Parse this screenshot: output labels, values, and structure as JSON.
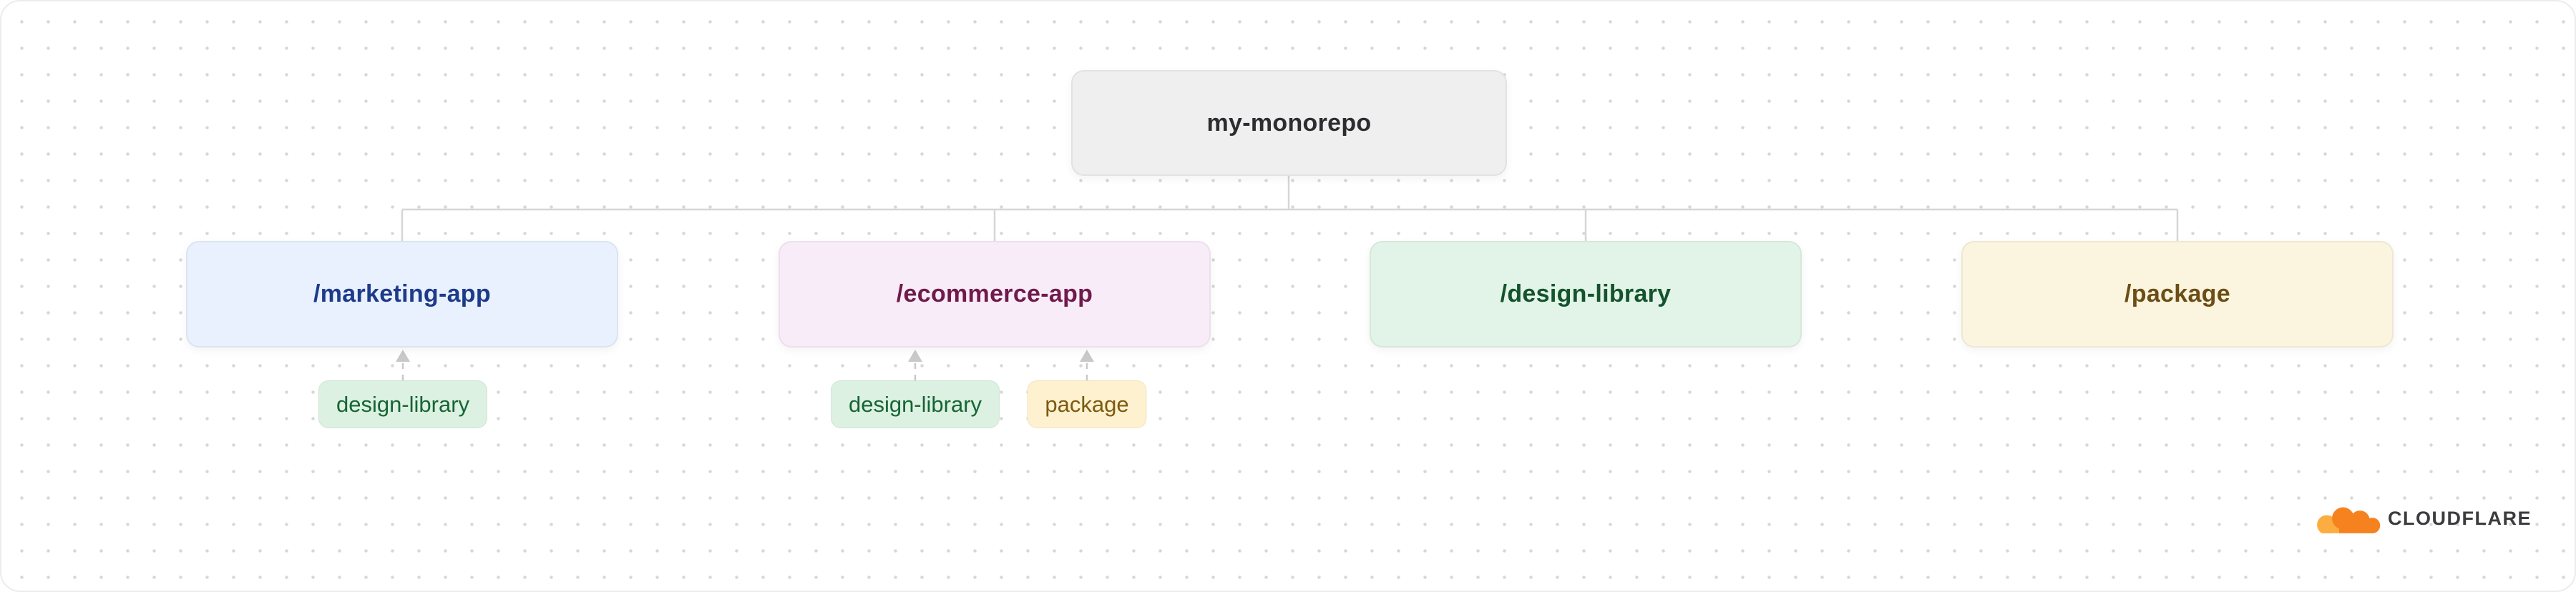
{
  "diagram": {
    "root": {
      "label": "my-monorepo",
      "bg": "#efefef",
      "border": "#e2e2e2",
      "text_color": "#2d2d31"
    },
    "children": [
      {
        "label": "/marketing-app",
        "bg": "#e8f1fd",
        "text_color": "#1e3a8a",
        "dependencies": [
          "design-library"
        ]
      },
      {
        "label": "/ecommerce-app",
        "bg": "#f8ecf8",
        "text_color": "#701a4b",
        "dependencies": [
          "design-library",
          "package"
        ]
      },
      {
        "label": "/design-library",
        "bg": "#e2f4e8",
        "text_color": "#14532d",
        "dependencies": []
      },
      {
        "label": "/package",
        "bg": "#fbf4df",
        "text_color": "#6b4e16",
        "dependencies": []
      }
    ],
    "badges": [
      {
        "label": "design-library",
        "parent": "/marketing-app",
        "bg": "#dcf1e2",
        "text_color": "#166534"
      },
      {
        "label": "design-library",
        "parent": "/ecommerce-app",
        "bg": "#dcf1e2",
        "text_color": "#166534"
      },
      {
        "label": "package",
        "parent": "/ecommerce-app",
        "bg": "#fdf1cf",
        "text_color": "#7c5a10"
      }
    ],
    "connector_color": "#d6d6d6",
    "arrow_color": "#c9c9c9"
  },
  "branding": {
    "wordmark": "CLOUDFLARE",
    "cloud_orange": "#f6821f",
    "cloud_light_orange": "#fbad41"
  }
}
